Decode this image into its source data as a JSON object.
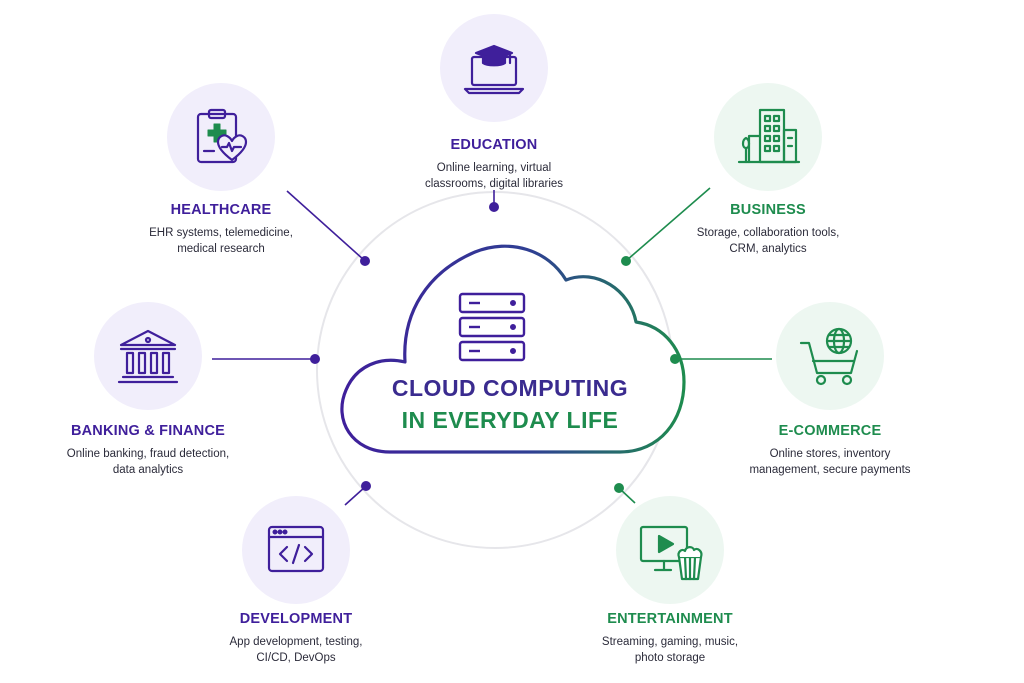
{
  "center": {
    "line1": "CLOUD COMPUTING",
    "line2": "IN EVERYDAY LIFE",
    "icon": "server-stack-icon"
  },
  "colors": {
    "purple": "#3f1f9b",
    "green": "#1e8c4e",
    "purple_bg": "#f1eefb",
    "green_bg": "#edf7f1",
    "ring": "#e6e6ea"
  },
  "nodes": {
    "education": {
      "title": "EDUCATION",
      "desc_line1": "Online learning, virtual",
      "desc_line2": "classrooms, digital libraries",
      "icon": "graduation-laptop-icon",
      "color": "purple"
    },
    "healthcare": {
      "title": "HEALTHCARE",
      "desc_line1": "EHR systems, telemedicine,",
      "desc_line2": "medical research",
      "icon": "medical-clipboard-icon",
      "color": "purple"
    },
    "business": {
      "title": "BUSINESS",
      "desc_line1": "Storage, collaboration tools,",
      "desc_line2": "CRM, analytics",
      "icon": "office-building-icon",
      "color": "green"
    },
    "banking": {
      "title": "BANKING & FINANCE",
      "desc_line1": "Online banking, fraud detection,",
      "desc_line2": "data analytics",
      "icon": "bank-building-icon",
      "color": "purple"
    },
    "ecommerce": {
      "title": "E-COMMERCE",
      "desc_line1": "Online stores, inventory",
      "desc_line2": "management, secure payments",
      "icon": "shopping-cart-globe-icon",
      "color": "green"
    },
    "development": {
      "title": "DEVELOPMENT",
      "desc_line1": "App development, testing,",
      "desc_line2": "CI/CD, DevOps",
      "icon": "code-window-icon",
      "color": "purple"
    },
    "entertainment": {
      "title": "ENTERTAINMENT",
      "desc_line1": "Streaming, gaming, music,",
      "desc_line2": "photo storage",
      "icon": "monitor-popcorn-icon",
      "color": "green"
    }
  }
}
